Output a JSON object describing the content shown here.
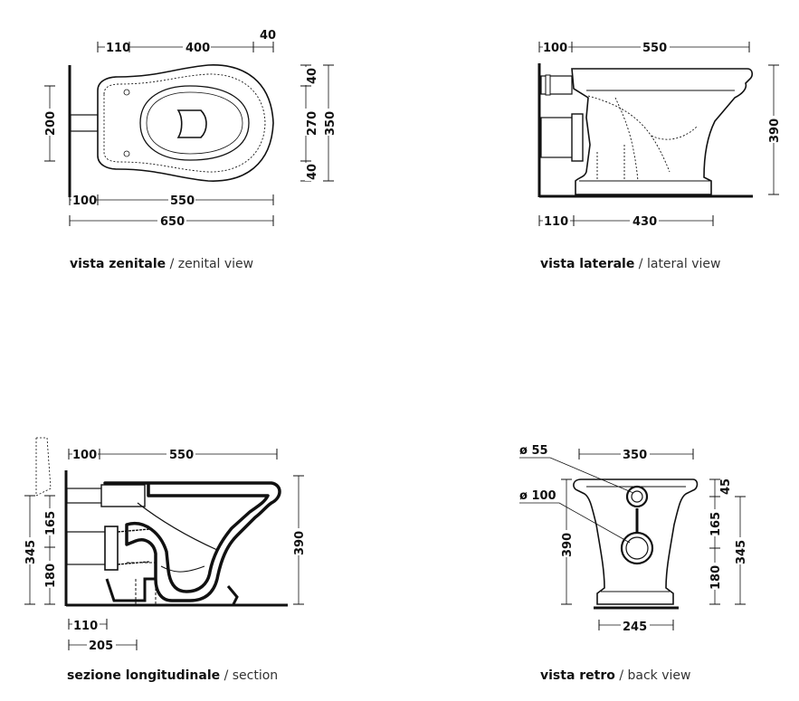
{
  "captions": {
    "zenital": {
      "bold": "vista zenitale",
      "light": " / zenital view"
    },
    "lateral": {
      "bold": "vista laterale",
      "light": " / lateral view"
    },
    "section": {
      "bold": "sezione longitudinale",
      "light": " / section"
    },
    "back": {
      "bold": "vista retro",
      "light": " / back view"
    }
  },
  "zenital_dims": {
    "top_a": "110",
    "top_b": "400",
    "top_c": "40",
    "left_h": "200",
    "right_a": "40",
    "right_b": "270",
    "right_c": "40",
    "right_total": "350",
    "bottom_a": "100",
    "bottom_b": "550",
    "bottom_total": "650"
  },
  "lateral_dims": {
    "top_a": "100",
    "top_b": "550",
    "right_h": "390",
    "bottom_a": "110",
    "bottom_b": "430"
  },
  "section_dims": {
    "top_a": "100",
    "top_b": "550",
    "left_total": "345",
    "left_a": "165",
    "left_b": "180",
    "right_h": "390",
    "bottom_a": "110",
    "bottom_b": "205"
  },
  "back_dims": {
    "top_w": "350",
    "dia_small": "ø 55",
    "dia_large": "ø 100",
    "left_h": "390",
    "right_a": "45",
    "right_b": "165",
    "right_c": "180",
    "right_total": "345",
    "bottom_w": "245"
  }
}
